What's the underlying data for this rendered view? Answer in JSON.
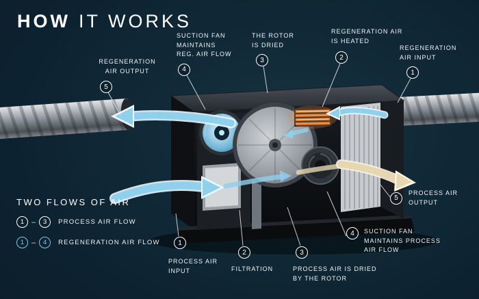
{
  "title": {
    "strong": "HOW",
    "light": "IT WORKS"
  },
  "callouts": [
    {
      "id": "reg-air-output",
      "number": "5",
      "lines": [
        "REGENERATION",
        "AIR OUTPUT"
      ]
    },
    {
      "id": "suction-fan-reg",
      "number": "4",
      "lines": [
        "SUCTION FAN",
        "MAINTAINS",
        "REG. AIR FLOW"
      ]
    },
    {
      "id": "rotor-dried",
      "number": "3",
      "lines": [
        "THE ROTOR",
        "IS DRIED"
      ]
    },
    {
      "id": "reg-air-heated",
      "number": "2",
      "lines": [
        "REGENERATION AIR",
        "IS HEATED"
      ]
    },
    {
      "id": "reg-air-input",
      "number": "1",
      "lines": [
        "REGENERATION",
        "AIR INPUT"
      ]
    },
    {
      "id": "process-air-output",
      "number": "5",
      "lines": [
        "PROCESS AIR",
        "OUTPUT"
      ]
    },
    {
      "id": "suction-fan-process",
      "number": "4",
      "lines": [
        "SUCTION FAN",
        "MAINTAINS PROCESS",
        "AIR FLOW"
      ]
    },
    {
      "id": "process-air-dried",
      "number": "3",
      "lines": [
        "PROCESS AIR IS DRIED",
        "BY THE ROTOR"
      ]
    },
    {
      "id": "filtration",
      "number": "2",
      "lines": [
        "FILTRATION"
      ]
    },
    {
      "id": "process-air-input",
      "number": "1",
      "lines": [
        "PROCESS AIR",
        "INPUT"
      ]
    }
  ],
  "legend": {
    "title": "TWO FLOWS OF AIR",
    "rows": [
      {
        "from": "1",
        "sep": "–",
        "to": "3",
        "label": "PROCESS AIR FLOW"
      },
      {
        "from": "1",
        "sep": "–",
        "to": "4",
        "label": "REGENERATION AIR FLOW"
      }
    ]
  },
  "colors": {
    "background": "#0d2230",
    "text": "#ffffff",
    "flow_blue": "#8fd0ec",
    "heater_orange": "#f08c3a",
    "process_output_beige": "#e7d7b0",
    "legend_blue": "#7ec8e3"
  }
}
